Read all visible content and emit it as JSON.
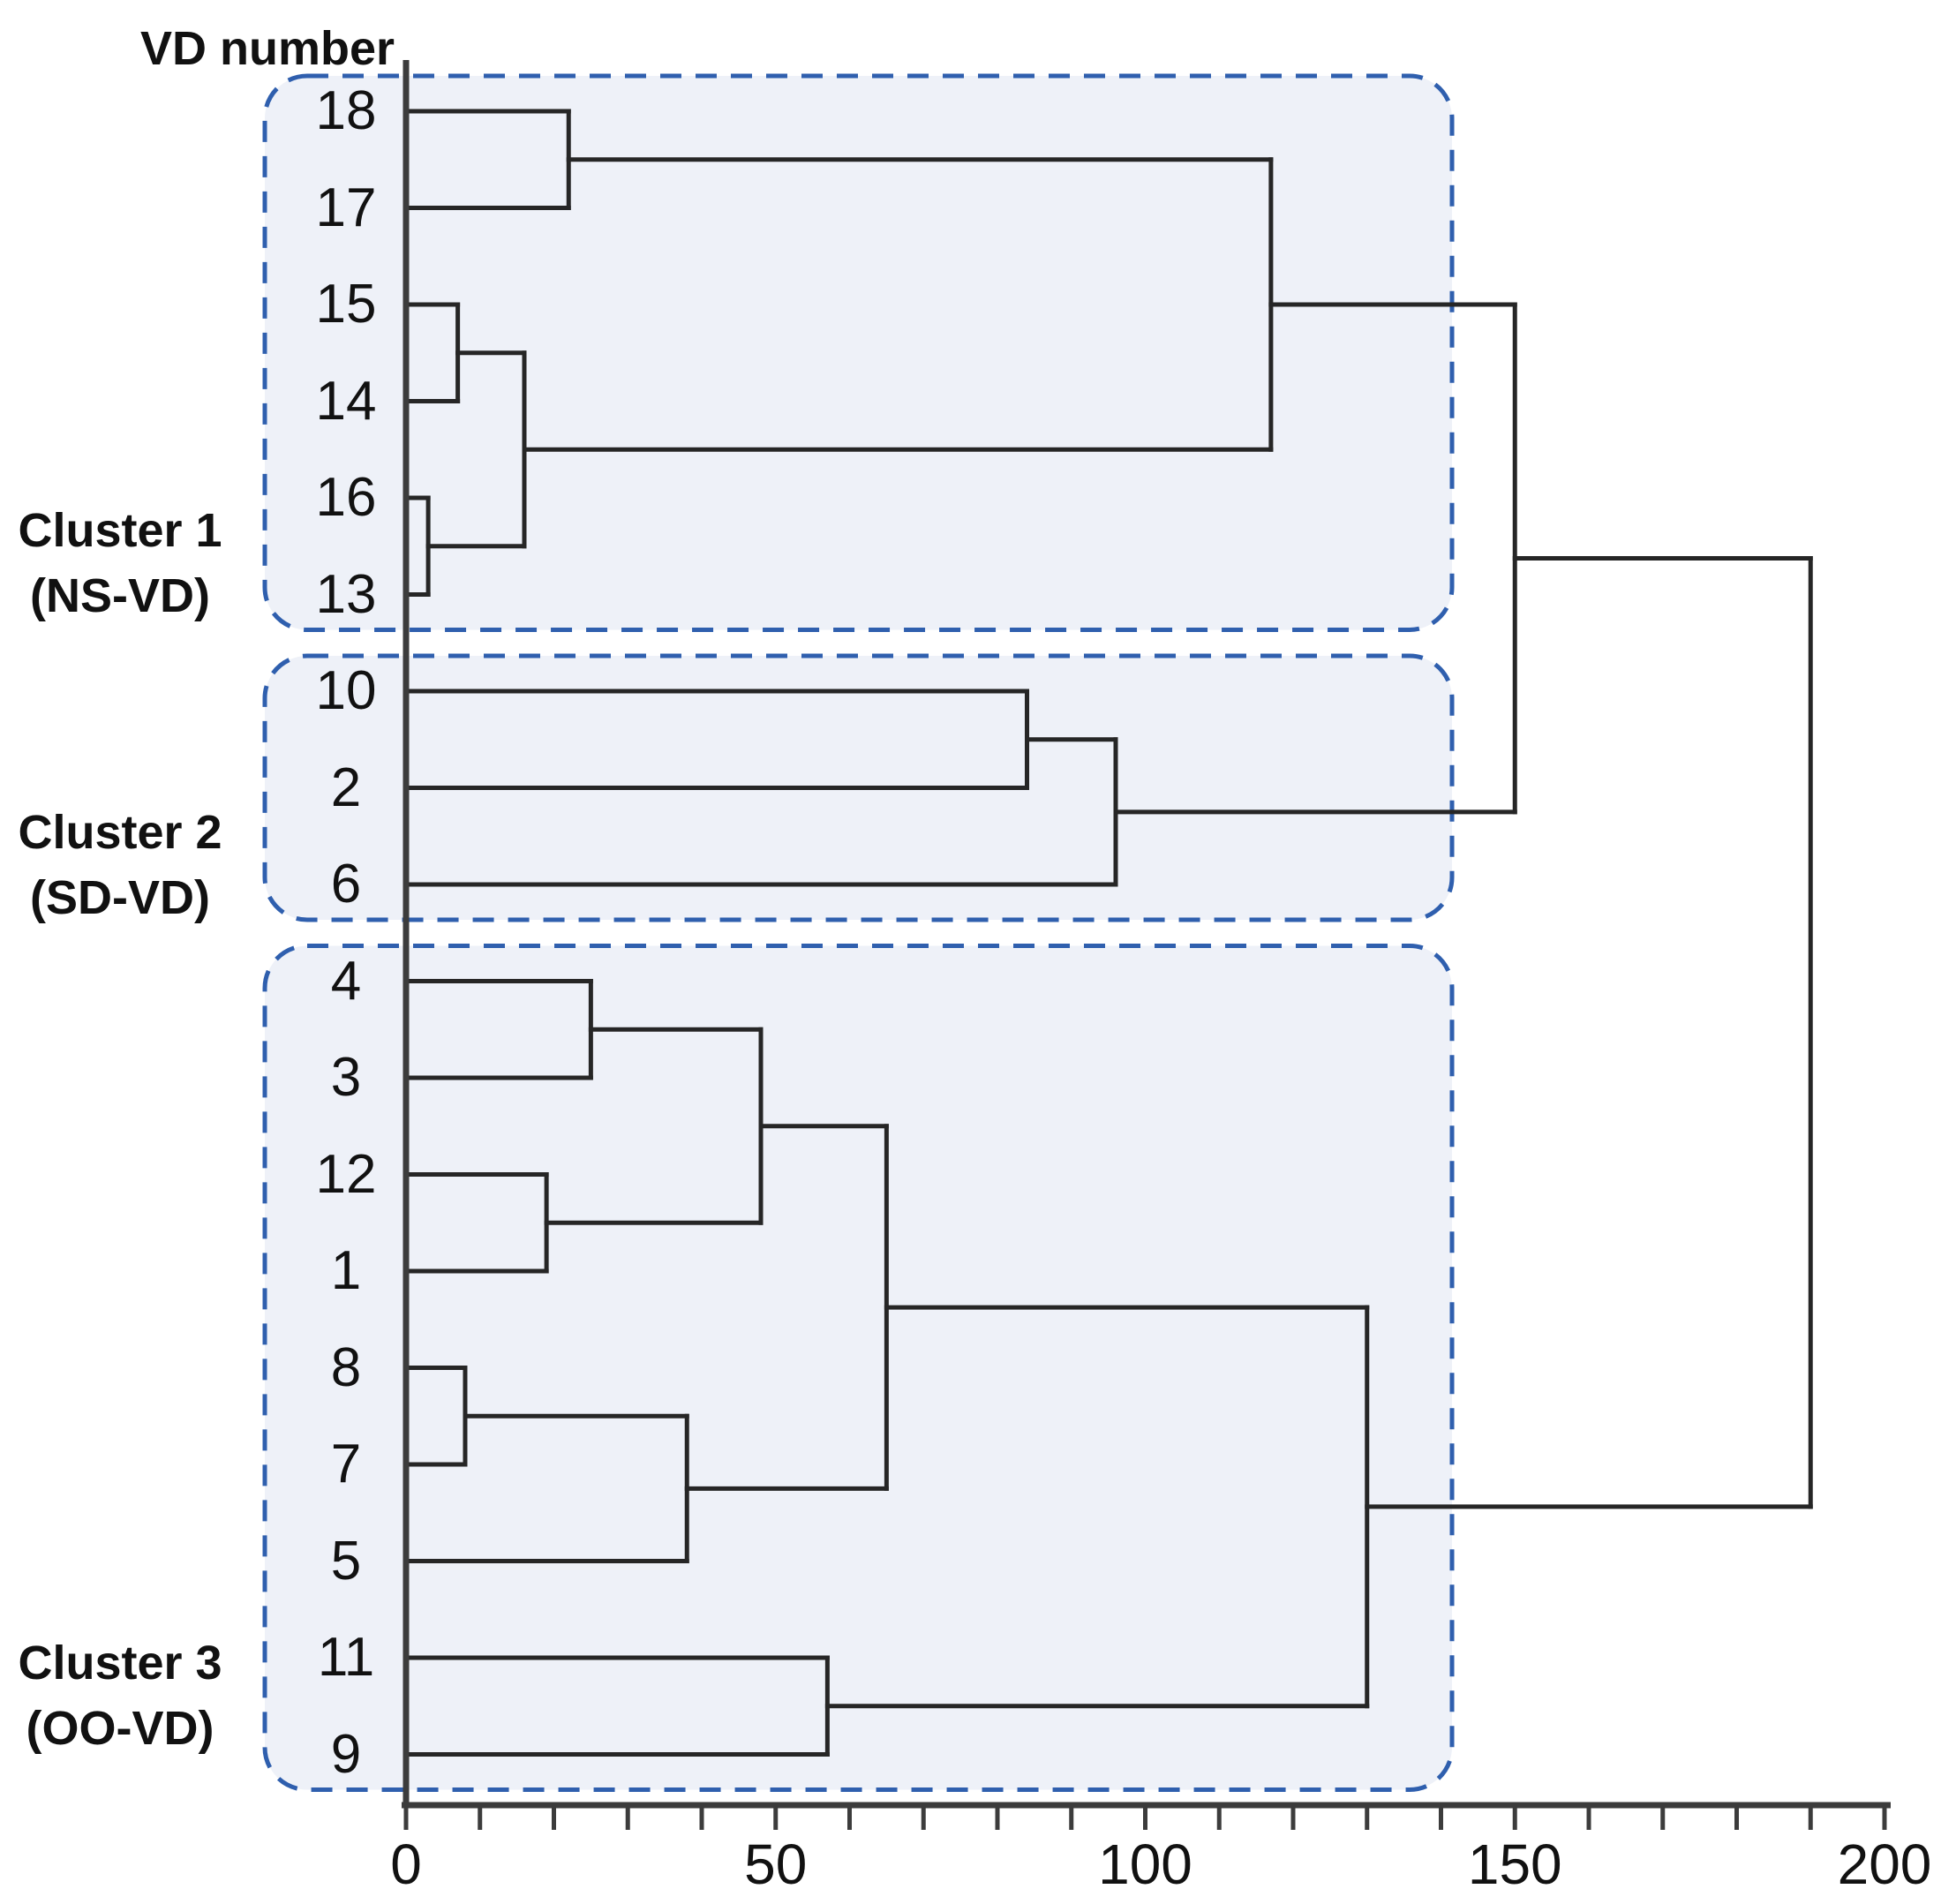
{
  "figure": {
    "y_axis_title": "VD number"
  },
  "chart_data": {
    "type": "dendrogram",
    "orientation": "horizontal, leaves on left, root on right",
    "title": "VD number",
    "x_axis": {
      "min": 0,
      "max": 200,
      "labeled_ticks": [
        0,
        50,
        100,
        150,
        200
      ],
      "minor_tick_step": 10
    },
    "leaves_top_to_bottom": [
      "18",
      "17",
      "15",
      "14",
      "16",
      "13",
      "10",
      "2",
      "6",
      "4",
      "3",
      "12",
      "1",
      "8",
      "7",
      "5",
      "11",
      "9"
    ],
    "clusters": [
      {
        "label": "Cluster 1",
        "sublabel": "(NS-VD)",
        "leaves": [
          "18",
          "17",
          "15",
          "14",
          "16",
          "13"
        ]
      },
      {
        "label": "Cluster 2",
        "sublabel": "(SD-VD)",
        "leaves": [
          "10",
          "2",
          "6"
        ]
      },
      {
        "label": "Cluster 3",
        "sublabel": "(OO-VD)",
        "leaves": [
          "4",
          "3",
          "12",
          "1",
          "8",
          "7",
          "5",
          "11",
          "9"
        ]
      }
    ],
    "tree": {
      "d": 190,
      "children": [
        {
          "d": 150,
          "children": [
            {
              "d": 117,
              "children": [
                {
                  "d": 22,
                  "children": [
                    {
                      "leaf": "18"
                    },
                    {
                      "leaf": "17"
                    }
                  ]
                },
                {
                  "d": 16,
                  "children": [
                    {
                      "d": 7,
                      "children": [
                        {
                          "leaf": "15"
                        },
                        {
                          "leaf": "14"
                        }
                      ]
                    },
                    {
                      "d": 3,
                      "children": [
                        {
                          "leaf": "16"
                        },
                        {
                          "leaf": "13"
                        }
                      ]
                    }
                  ]
                }
              ]
            },
            {
              "d": 96,
              "children": [
                {
                  "d": 84,
                  "children": [
                    {
                      "leaf": "10"
                    },
                    {
                      "leaf": "2"
                    }
                  ]
                },
                {
                  "leaf": "6"
                }
              ]
            }
          ]
        },
        {
          "d": 130,
          "children": [
            {
              "d": 65,
              "children": [
                {
                  "d": 48,
                  "children": [
                    {
                      "d": 25,
                      "children": [
                        {
                          "leaf": "4"
                        },
                        {
                          "leaf": "3"
                        }
                      ]
                    },
                    {
                      "d": 19,
                      "children": [
                        {
                          "leaf": "12"
                        },
                        {
                          "leaf": "1"
                        }
                      ]
                    }
                  ]
                },
                {
                  "d": 38,
                  "children": [
                    {
                      "d": 8,
                      "children": [
                        {
                          "leaf": "8"
                        },
                        {
                          "leaf": "7"
                        }
                      ]
                    },
                    {
                      "leaf": "5"
                    }
                  ]
                }
              ]
            },
            {
              "d": 57,
              "children": [
                {
                  "leaf": "11"
                },
                {
                  "leaf": "9"
                }
              ]
            }
          ]
        }
      ]
    },
    "colors": {
      "link": "#262626",
      "axis": "#3c3c3c",
      "cluster_box_border": "#2f5fae",
      "cluster_box_fill": "#eef1f8",
      "text": "#111111"
    }
  }
}
